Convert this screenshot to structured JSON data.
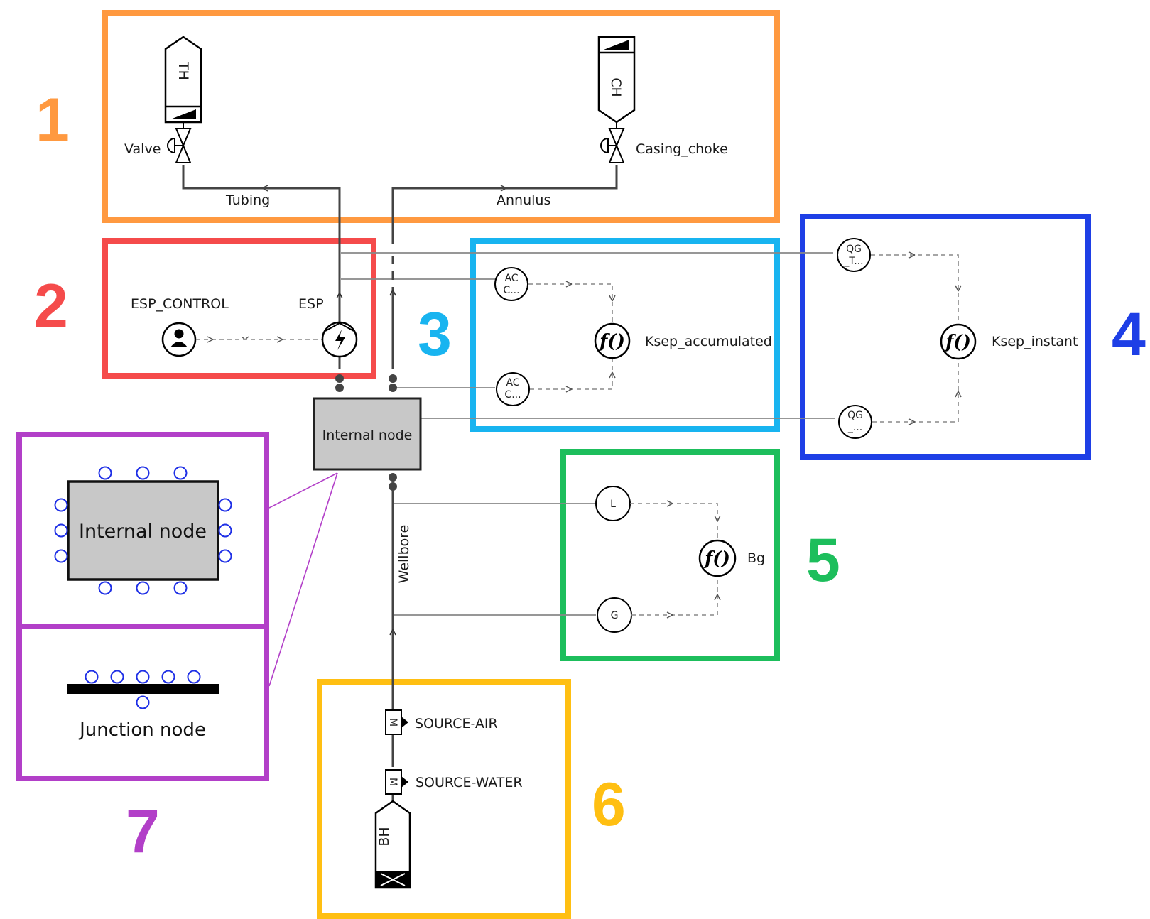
{
  "groups": [
    {
      "number": "1",
      "color": "#FF9940"
    },
    {
      "number": "2",
      "color": "#F54B4B"
    },
    {
      "number": "3",
      "color": "#18B4F0"
    },
    {
      "number": "4",
      "color": "#1E3FE6"
    },
    {
      "number": "5",
      "color": "#1DBE5C"
    },
    {
      "number": "6",
      "color": "#FFBF12"
    },
    {
      "number": "7",
      "color": "#B23FC8"
    }
  ],
  "components": {
    "tubing_head": "TH",
    "casing_head": "CH",
    "valve": "Valve",
    "casing_choke": "Casing_choke",
    "tubing": "Tubing",
    "annulus": "Annulus",
    "esp_control": "ESP_CONTROL",
    "esp": "ESP",
    "internal_node": "Internal node",
    "wellbore": "Wellbore",
    "source_air": "SOURCE-AIR",
    "source_water": "SOURCE-WATER",
    "bottom_hole": "BH",
    "source_marker": "M"
  },
  "functions": {
    "fx_symbol": "f()",
    "ksep_accumulated": "Ksep_accumulated",
    "ksep_instant": "Ksep_instant",
    "bg": "Bg"
  },
  "sensors": {
    "ac1_line1": "AC",
    "ac1_line2": "C...",
    "ac2_line1": "AC",
    "ac2_line2": "C...",
    "qg1_line1": "QG",
    "qg1_line2": "_T...",
    "qg2_line1": "QG",
    "qg2_line2": "_...",
    "l": "L",
    "g": "G"
  },
  "legend": {
    "internal_node": "Internal node",
    "junction_node": "Junction node"
  }
}
